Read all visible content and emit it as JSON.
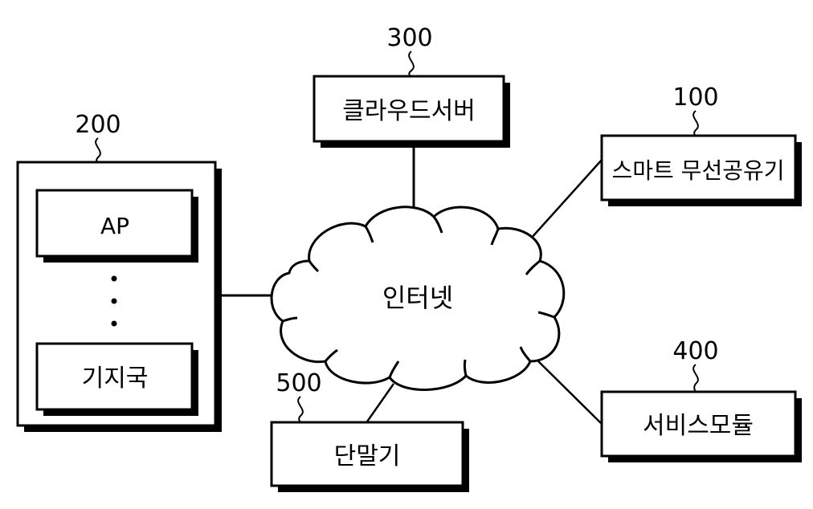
{
  "nodes": {
    "internet": {
      "label": "인터넷"
    },
    "cloud_server": {
      "label": "클라우드서버",
      "ref": "300"
    },
    "smart_router": {
      "label": "스마트 무선공유기",
      "ref": "100"
    },
    "base_station_group": {
      "ref": "200",
      "ap": {
        "label": "AP"
      },
      "base_station": {
        "label": "기지국"
      }
    },
    "service_module": {
      "label": "서비스모듈",
      "ref": "400"
    },
    "terminal": {
      "label": "단말기",
      "ref": "500"
    }
  },
  "colors": {
    "stroke": "#000000",
    "background": "#ffffff"
  }
}
